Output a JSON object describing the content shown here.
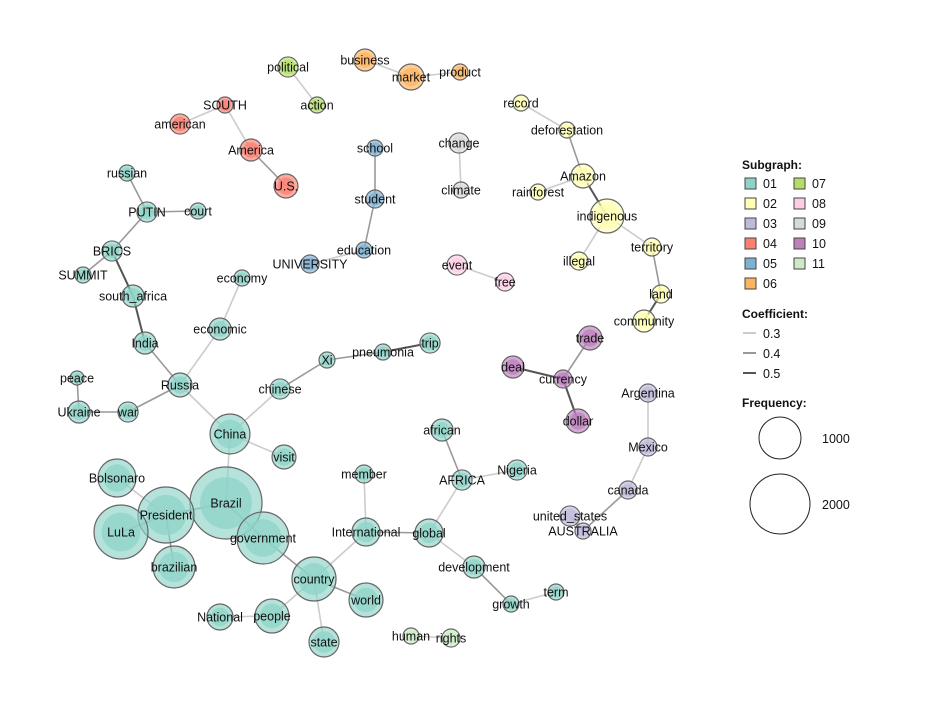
{
  "legend": {
    "subgraph_title": "Subgraph:",
    "subgraphs": [
      {
        "id": "01",
        "color": "#8dd3c7"
      },
      {
        "id": "02",
        "color": "#ffffb3"
      },
      {
        "id": "03",
        "color": "#bebada"
      },
      {
        "id": "04",
        "color": "#fb8072"
      },
      {
        "id": "05",
        "color": "#80b1d3"
      },
      {
        "id": "06",
        "color": "#fdb462"
      },
      {
        "id": "07",
        "color": "#b3de69"
      },
      {
        "id": "08",
        "color": "#fccde5"
      },
      {
        "id": "09",
        "color": "#d9d9d9"
      },
      {
        "id": "10",
        "color": "#bc80bd"
      },
      {
        "id": "11",
        "color": "#ccebc5"
      }
    ],
    "coefficient_title": "Coefficient:",
    "coefficients": [
      {
        "value": "0.3",
        "color": "#cccccc"
      },
      {
        "value": "0.4",
        "color": "#999999"
      },
      {
        "value": "0.5",
        "color": "#555555"
      }
    ],
    "frequency_title": "Frequency:",
    "frequencies": [
      "1000",
      "2000"
    ]
  },
  "nodes": [
    {
      "id": "russian",
      "g": "01",
      "freq": 145
    },
    {
      "id": "PUTIN",
      "g": "01",
      "freq": 230
    },
    {
      "id": "court",
      "g": "01",
      "freq": 145
    },
    {
      "id": "BRICS",
      "g": "01",
      "freq": 230
    },
    {
      "id": "SUMMIT",
      "g": "01",
      "freq": 145
    },
    {
      "id": "south_africa",
      "g": "01",
      "freq": 275
    },
    {
      "id": "India",
      "g": "01",
      "freq": 275
    },
    {
      "id": "economy",
      "g": "01",
      "freq": 145
    },
    {
      "id": "economic",
      "g": "01",
      "freq": 275
    },
    {
      "id": "Russia",
      "g": "01",
      "freq": 325
    },
    {
      "id": "peace",
      "g": "01",
      "freq": 110
    },
    {
      "id": "Ukraine",
      "g": "01",
      "freq": 275
    },
    {
      "id": "war",
      "g": "01",
      "freq": 230
    },
    {
      "id": "chinese",
      "g": "01",
      "freq": 230
    },
    {
      "id": "Xi",
      "g": "01",
      "freq": 145
    },
    {
      "id": "pneumonia",
      "g": "01",
      "freq": 145
    },
    {
      "id": "trip",
      "g": "01",
      "freq": 230
    },
    {
      "id": "China",
      "g": "01",
      "freq": 905
    },
    {
      "id": "visit",
      "g": "01",
      "freq": 325
    },
    {
      "id": "Bolsonaro",
      "g": "01",
      "freq": 820
    },
    {
      "id": "Brazil",
      "g": "01",
      "freq": 2940
    },
    {
      "id": "President",
      "g": "01",
      "freq": 1780
    },
    {
      "id": "LuLa",
      "g": "01",
      "freq": 1650
    },
    {
      "id": "government",
      "g": "01",
      "freq": 1530
    },
    {
      "id": "brazilian",
      "g": "01",
      "freq": 1000
    },
    {
      "id": "member",
      "g": "01",
      "freq": 185
    },
    {
      "id": "International",
      "g": "01",
      "freq": 445
    },
    {
      "id": "global",
      "g": "01",
      "freq": 445
    },
    {
      "id": "african",
      "g": "01",
      "freq": 275
    },
    {
      "id": "AFRICA",
      "g": "01",
      "freq": 230
    },
    {
      "id": "Nigeria",
      "g": "01",
      "freq": 230
    },
    {
      "id": "country",
      "g": "01",
      "freq": 1100
    },
    {
      "id": "world",
      "g": "01",
      "freq": 655
    },
    {
      "id": "National",
      "g": "01",
      "freq": 385
    },
    {
      "id": "people",
      "g": "01",
      "freq": 655
    },
    {
      "id": "state",
      "g": "01",
      "freq": 510
    },
    {
      "id": "development",
      "g": "01",
      "freq": 275
    },
    {
      "id": "growth",
      "g": "01",
      "freq": 145
    },
    {
      "id": "term",
      "g": "01",
      "freq": 145
    },
    {
      "id": "record",
      "g": "02",
      "freq": 145
    },
    {
      "id": "deforestation",
      "g": "02",
      "freq": 145
    },
    {
      "id": "Amazon",
      "g": "02",
      "freq": 325
    },
    {
      "id": "rainforest",
      "g": "02",
      "freq": 145
    },
    {
      "id": "indigenous",
      "g": "02",
      "freq": 655
    },
    {
      "id": "territory",
      "g": "02",
      "freq": 185
    },
    {
      "id": "illegal",
      "g": "02",
      "freq": 185
    },
    {
      "id": "land",
      "g": "02",
      "freq": 185
    },
    {
      "id": "community",
      "g": "02",
      "freq": 275
    },
    {
      "id": "Argentina",
      "g": "03",
      "freq": 185
    },
    {
      "id": "Mexico",
      "g": "03",
      "freq": 185
    },
    {
      "id": "canada",
      "g": "03",
      "freq": 185
    },
    {
      "id": "united_states",
      "g": "03",
      "freq": 230
    },
    {
      "id": "AUSTRALIA",
      "g": "03",
      "freq": 145
    },
    {
      "id": "SOUTH",
      "g": "04",
      "freq": 145
    },
    {
      "id": "american",
      "g": "04",
      "freq": 230
    },
    {
      "id": "America",
      "g": "04",
      "freq": 275
    },
    {
      "id": "U.S.",
      "g": "04",
      "freq": 325
    },
    {
      "id": "school",
      "g": "05",
      "freq": 145
    },
    {
      "id": "student",
      "g": "05",
      "freq": 185
    },
    {
      "id": "education",
      "g": "05",
      "freq": 145
    },
    {
      "id": "UNIVERSITY",
      "g": "05",
      "freq": 185
    },
    {
      "id": "business",
      "g": "06",
      "freq": 275
    },
    {
      "id": "market",
      "g": "06",
      "freq": 385
    },
    {
      "id": "product",
      "g": "06",
      "freq": 145
    },
    {
      "id": "political",
      "g": "07",
      "freq": 230
    },
    {
      "id": "action",
      "g": "07",
      "freq": 145
    },
    {
      "id": "event",
      "g": "08",
      "freq": 230
    },
    {
      "id": "free",
      "g": "08",
      "freq": 185
    },
    {
      "id": "change",
      "g": "09",
      "freq": 230
    },
    {
      "id": "climate",
      "g": "09",
      "freq": 145
    },
    {
      "id": "trade",
      "g": "10",
      "freq": 325
    },
    {
      "id": "deal",
      "g": "10",
      "freq": 275
    },
    {
      "id": "currency",
      "g": "10",
      "freq": 185
    },
    {
      "id": "dollar",
      "g": "10",
      "freq": 325
    },
    {
      "id": "human",
      "g": "11",
      "freq": 145
    },
    {
      "id": "rights",
      "g": "11",
      "freq": 185
    }
  ],
  "edges": [
    [
      "russian",
      "PUTIN",
      0.4
    ],
    [
      "PUTIN",
      "court",
      0.4
    ],
    [
      "PUTIN",
      "BRICS",
      0.4
    ],
    [
      "BRICS",
      "SUMMIT",
      0.4
    ],
    [
      "BRICS",
      "south_africa",
      0.5
    ],
    [
      "south_africa",
      "India",
      0.5
    ],
    [
      "India",
      "Russia",
      0.4
    ],
    [
      "economy",
      "economic",
      0.3
    ],
    [
      "economic",
      "Russia",
      0.3
    ],
    [
      "Russia",
      "war",
      0.4
    ],
    [
      "war",
      "Ukraine",
      0.4
    ],
    [
      "peace",
      "Ukraine",
      0.4
    ],
    [
      "Russia",
      "China",
      0.3
    ],
    [
      "chinese",
      "China",
      0.3
    ],
    [
      "chinese",
      "Xi",
      0.4
    ],
    [
      "Xi",
      "pneumonia",
      0.4
    ],
    [
      "pneumonia",
      "trip",
      0.5
    ],
    [
      "China",
      "visit",
      0.3
    ],
    [
      "China",
      "Brazil",
      0.3
    ],
    [
      "Bolsonaro",
      "President",
      0.3
    ],
    [
      "President",
      "Brazil",
      0.4
    ],
    [
      "President",
      "LuLa",
      0.4
    ],
    [
      "President",
      "brazilian",
      0.4
    ],
    [
      "Brazil",
      "government",
      0.4
    ],
    [
      "government",
      "country",
      0.4
    ],
    [
      "country",
      "International",
      0.3
    ],
    [
      "country",
      "world",
      0.4
    ],
    [
      "country",
      "state",
      0.3
    ],
    [
      "country",
      "people",
      0.3
    ],
    [
      "people",
      "National",
      0.3
    ],
    [
      "International",
      "member",
      0.3
    ],
    [
      "International",
      "global",
      0.4
    ],
    [
      "global",
      "AFRICA",
      0.3
    ],
    [
      "AFRICA",
      "african",
      0.4
    ],
    [
      "AFRICA",
      "Nigeria",
      0.3
    ],
    [
      "global",
      "development",
      0.3
    ],
    [
      "development",
      "growth",
      0.4
    ],
    [
      "growth",
      "term",
      0.3
    ],
    [
      "record",
      "deforestation",
      0.3
    ],
    [
      "deforestation",
      "Amazon",
      0.4
    ],
    [
      "rainforest",
      "Amazon",
      0.3
    ],
    [
      "Amazon",
      "indigenous",
      0.5
    ],
    [
      "indigenous",
      "territory",
      0.3
    ],
    [
      "indigenous",
      "illegal",
      0.3
    ],
    [
      "territory",
      "land",
      0.4
    ],
    [
      "land",
      "community",
      0.5
    ],
    [
      "Argentina",
      "Mexico",
      0.3
    ],
    [
      "Mexico",
      "canada",
      0.3
    ],
    [
      "canada",
      "AUSTRALIA",
      0.4
    ],
    [
      "united_states",
      "AUSTRALIA",
      0.4
    ],
    [
      "SOUTH",
      "american",
      0.3
    ],
    [
      "SOUTH",
      "America",
      0.3
    ],
    [
      "America",
      "U.S.",
      0.4
    ],
    [
      "school",
      "student",
      0.4
    ],
    [
      "student",
      "education",
      0.4
    ],
    [
      "education",
      "UNIVERSITY",
      0.3
    ],
    [
      "business",
      "market",
      0.3
    ],
    [
      "market",
      "product",
      0.3
    ],
    [
      "political",
      "action",
      0.3
    ],
    [
      "event",
      "free",
      0.3
    ],
    [
      "change",
      "climate",
      0.3
    ],
    [
      "trade",
      "currency",
      0.4
    ],
    [
      "deal",
      "currency",
      0.5
    ],
    [
      "currency",
      "dollar",
      0.5
    ],
    [
      "human",
      "rights",
      0.3
    ]
  ]
}
